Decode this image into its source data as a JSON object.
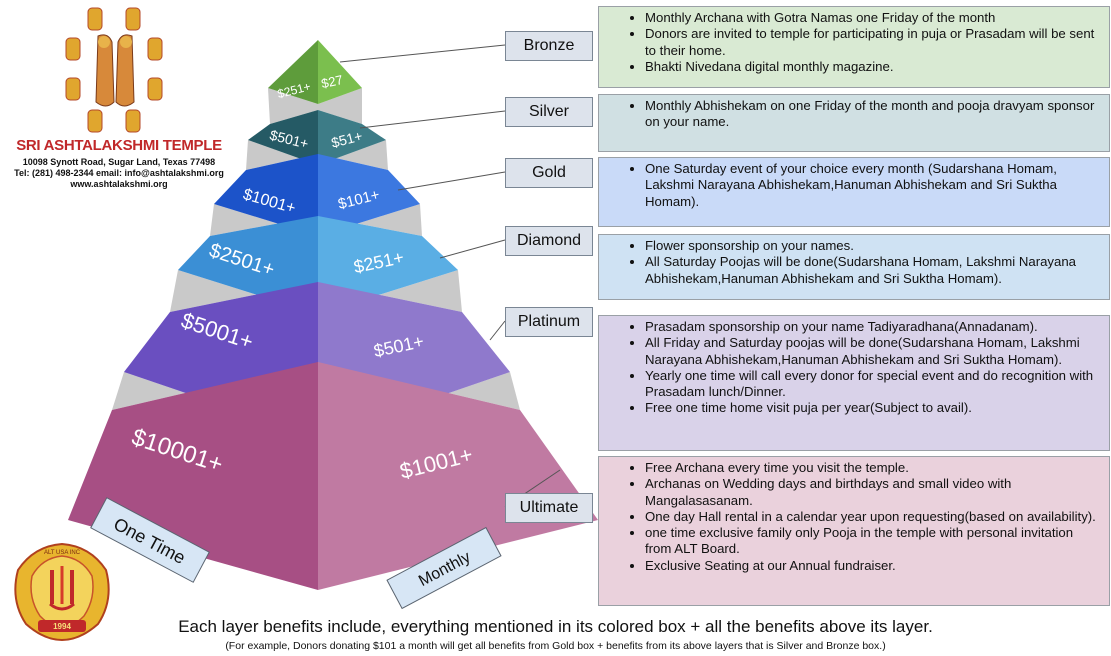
{
  "header": {
    "temple_name": "SRI ASHTALAKSHMI TEMPLE",
    "address": "10098 Synott Road, Sugar Land, Texas 77498",
    "contact": "Tel: (281) 498-2344 email: info@ashtalakshmi.org",
    "website": "www.ashtalakshmi.org"
  },
  "emblem": {
    "arc_text": "ALT USA INC",
    "year": "1994"
  },
  "pyramid": {
    "layers": [
      {
        "tier": "Bronze",
        "one_time": "$251+",
        "monthly": "$27",
        "color_left": "#5e9c3b",
        "color_right": "#7bbf4e"
      },
      {
        "tier": "Silver",
        "one_time": "$501+",
        "monthly": "$51+",
        "color_left": "#255a65",
        "color_right": "#3d7c87"
      },
      {
        "tier": "Gold",
        "one_time": "$1001+",
        "monthly": "$101+",
        "color_left": "#1c53c9",
        "color_right": "#3c78e0"
      },
      {
        "tier": "Diamond",
        "one_time": "$2501+",
        "monthly": "$251+",
        "color_left": "#3b8fd5",
        "color_right": "#5aaee4"
      },
      {
        "tier": "Platinum",
        "one_time": "$5001+",
        "monthly": "$501+",
        "color_left": "#6a4fc0",
        "color_right": "#8f79cc"
      },
      {
        "tier": "Ultimate",
        "one_time": "$10001+",
        "monthly": "$1001+",
        "color_left": "#a74f84",
        "color_right": "#c07aa2"
      }
    ],
    "one_time_label": "One Time",
    "monthly_label": "Monthly"
  },
  "boxes": {
    "bronze": [
      "Monthly Archana with Gotra Namas one Friday of the month",
      "Donors are invited to temple for participating in puja or Prasadam will be sent to their home.",
      "Bhakti Nivedana digital monthly magazine."
    ],
    "silver": [
      "Monthly Abhishekam on one Friday of the month and pooja dravyam sponsor on your name."
    ],
    "gold": [
      "One Saturday event of your choice every month (Sudarshana Homam, Lakshmi Narayana Abhishekam,Hanuman Abhishekam and Sri Suktha Homam)."
    ],
    "diamond": [
      "Flower sponsorship on your names.",
      "All Saturday Poojas will be done(Sudarshana Homam, Lakshmi Narayana Abhishekam,Hanuman Abhishekam and Sri Suktha Homam)."
    ],
    "platinum": [
      "Prasadam sponsorship on your name Tadiyaradhana(Annadanam).",
      "All Friday and Saturday poojas will be done(Sudarshana Homam, Lakshmi Narayana Abhishekam,Hanuman Abhishekam and Sri Suktha Homam).",
      "Yearly one time will call every donor for special event and do recognition with  Prasadam lunch/Dinner.",
      "Free one time home visit puja per year(Subject to avail)."
    ],
    "ultimate": [
      "Free Archana every time you visit the temple.",
      "Archanas on Wedding days and birthdays and small video with Mangalasasanam.",
      "One day Hall rental in a calendar year upon requesting(based on availability).",
      "one time exclusive family only Pooja in the temple with personal invitation from ALT Board.",
      "Exclusive Seating at our Annual fundraiser."
    ]
  },
  "footer": {
    "line1": "Each layer benefits include, everything mentioned in its colored box + all the benefits above its layer.",
    "line2": "(For example, Donors donating $101 a month will get all benefits from Gold box + benefits from its above layers that is Silver and Bronze box.)"
  }
}
